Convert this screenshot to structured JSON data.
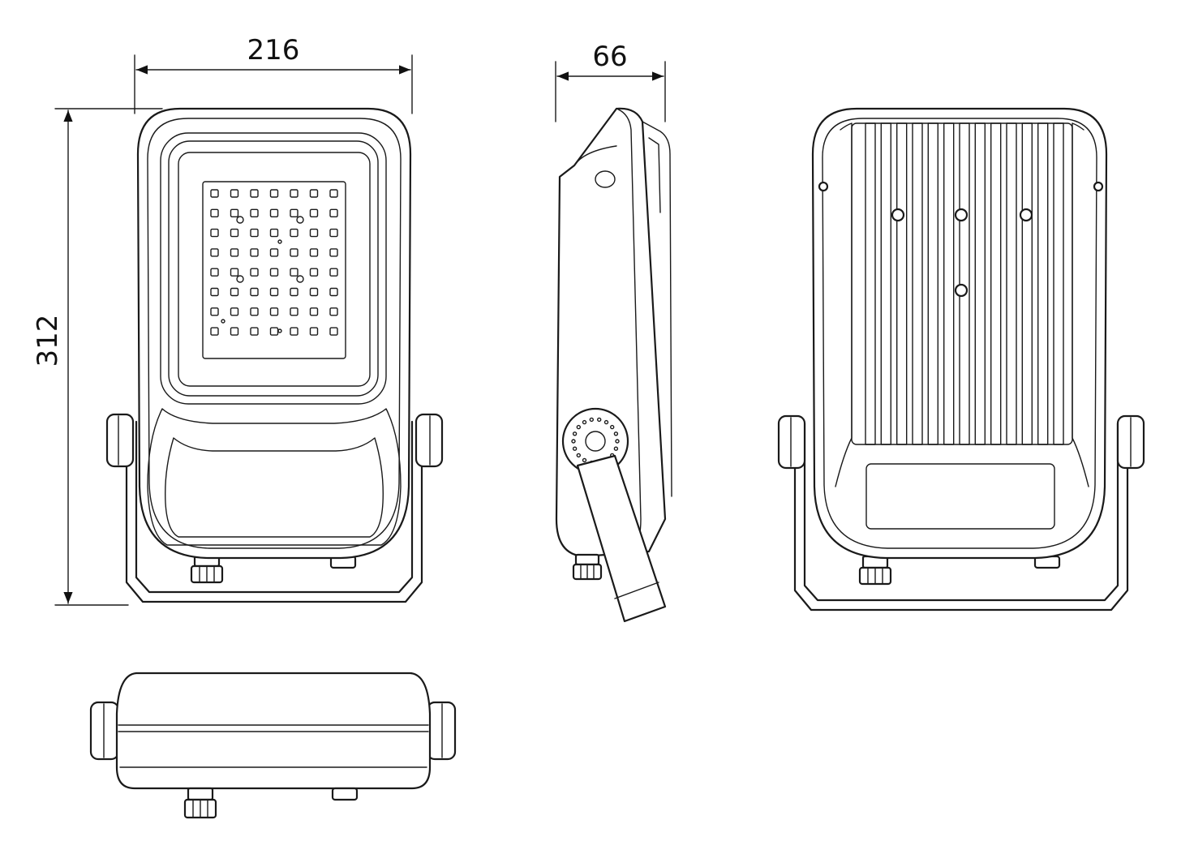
{
  "drawing": {
    "dimensions": {
      "width": "216",
      "depth": "66",
      "height": "312"
    },
    "led_grid": {
      "rows": 8,
      "cols": 7
    },
    "heatsink_fin_count": 13
  },
  "colors": {
    "line": "#1a1a1a",
    "background": "#ffffff"
  }
}
